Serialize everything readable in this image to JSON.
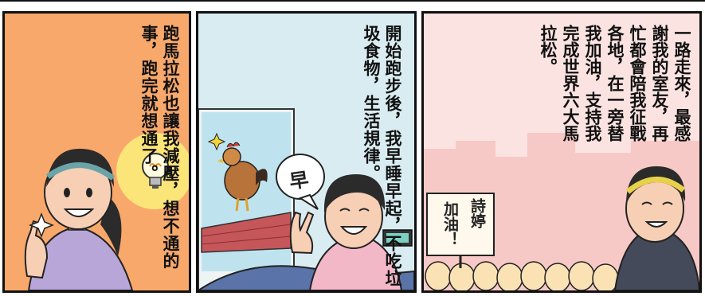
{
  "panels": [
    {
      "caption": "跑馬拉松也讓我減壓，想不通的事，跑完就想通了。",
      "colors": {
        "background": "#f8a86a"
      }
    },
    {
      "caption": "開始跑步後，我早睡早起，不吃垃圾食物，生活規律。",
      "bubble": "早",
      "colors": {
        "background": "#d9ecf2",
        "roof": "#c5565a"
      }
    },
    {
      "caption": "一路走來，最感謝我的室友，再忙都會陪我征戰各地，在一旁替我加油，支持我完成世界六大馬拉松。",
      "sign": {
        "left_column": "加油！",
        "right_column": "詩婷"
      },
      "colors": {
        "background": "#fbe3e1",
        "crowd": "#fbe2b5"
      }
    }
  ]
}
